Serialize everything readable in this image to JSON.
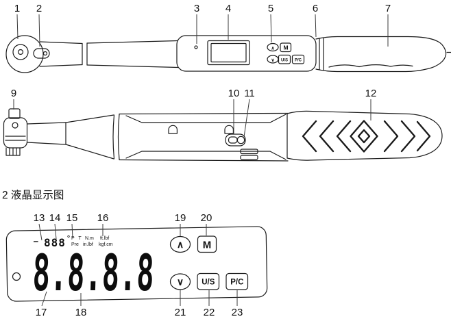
{
  "section_title": "2 液晶显示图",
  "callouts": {
    "c1": "1",
    "c2": "2",
    "c3": "3",
    "c4": "4",
    "c5": "5",
    "c6": "6",
    "c7": "7",
    "c9": "9",
    "c10": "10",
    "c11": "11",
    "c12": "12",
    "c13": "13",
    "c14": "14",
    "c15": "15",
    "c16": "16",
    "c17": "17",
    "c18": "18",
    "c19": "19",
    "c20": "20",
    "c21": "21",
    "c22": "22",
    "c23": "23"
  },
  "buttons": {
    "up": "∧",
    "down": "∨",
    "mode": "M",
    "unit_select": "U/S",
    "pc": "P/C"
  },
  "lcd": {
    "minus_indicator": "—",
    "small_digits": "888",
    "degree_symbol": "°",
    "indicator_line1": "P T",
    "indicator_line2": "Pre",
    "unit_col1_line1": "N.m",
    "unit_col1_line2": "in.lbf",
    "unit_col2_line1": "ft.lbf",
    "unit_col2_line2": "kgf.cm",
    "main_digits": "8.8.8.8"
  }
}
